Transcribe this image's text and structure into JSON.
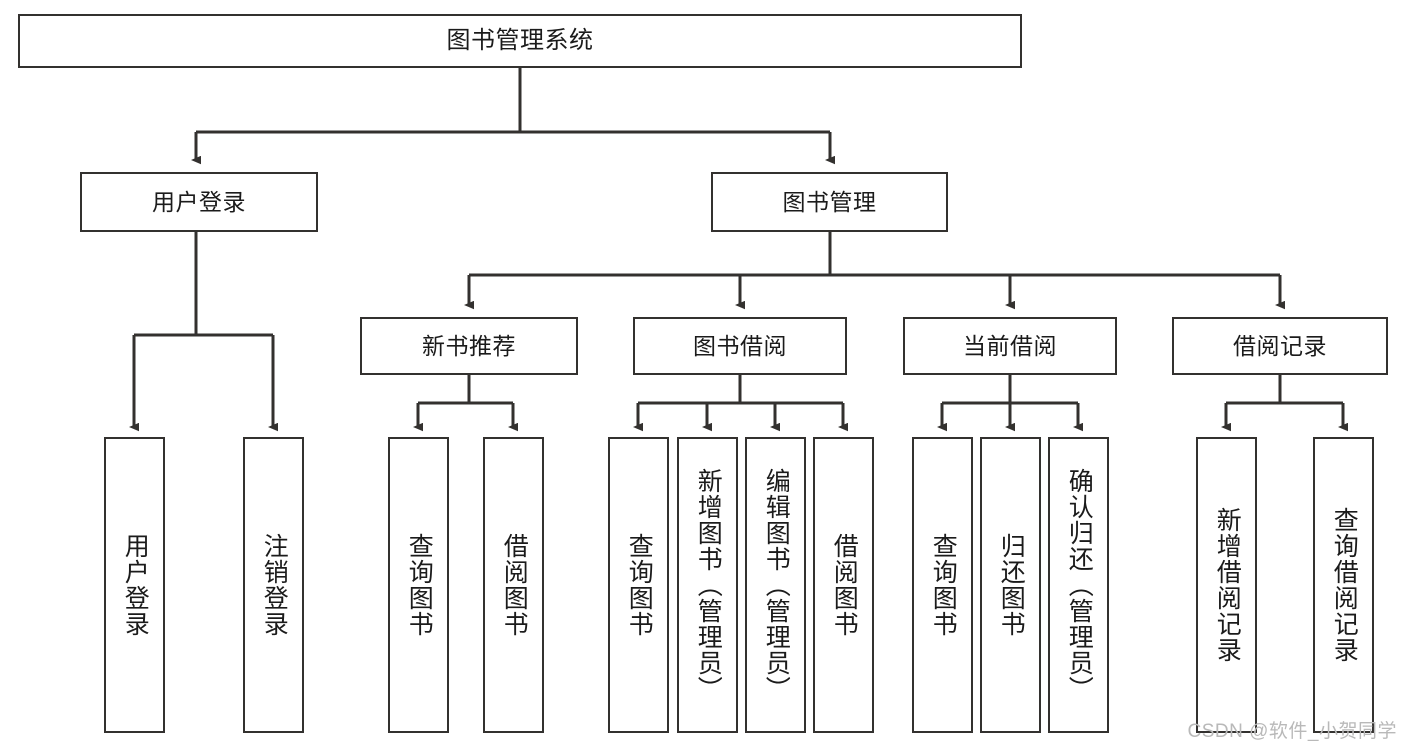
{
  "diagram": {
    "title": "图书管理系统",
    "type": "hierarchy-tree",
    "watermark": "CSDN @软件_小贺同学",
    "colors": {
      "box_border": "#33312f",
      "box_fill": "#ffffff",
      "connector": "#33312f",
      "text": "#1b1b1b",
      "watermark": "#b9b9b9"
    },
    "nodes": {
      "root": {
        "label": "图书管理系统"
      },
      "level2": [
        {
          "label": "用户登录"
        },
        {
          "label": "图书管理"
        }
      ],
      "level3": [
        {
          "label": "新书推荐"
        },
        {
          "label": "图书借阅"
        },
        {
          "label": "当前借阅"
        },
        {
          "label": "借阅记录"
        }
      ],
      "leaves": {
        "user_login": [
          {
            "label": "用户登录"
          },
          {
            "label": "注销登录"
          }
        ],
        "new_book_recommend": [
          {
            "label": "查询图书"
          },
          {
            "label": "借阅图书"
          }
        ],
        "book_borrow": [
          {
            "label": "查询图书"
          },
          {
            "label": "新增图书（管理员）"
          },
          {
            "label": "编辑图书（管理员）"
          },
          {
            "label": "借阅图书"
          }
        ],
        "current_borrow": [
          {
            "label": "查询图书"
          },
          {
            "label": "归还图书"
          },
          {
            "label": "确认归还（管理员）"
          }
        ],
        "borrow_record": [
          {
            "label": "新增借阅记录"
          },
          {
            "label": "查询借阅记录"
          }
        ]
      }
    }
  }
}
